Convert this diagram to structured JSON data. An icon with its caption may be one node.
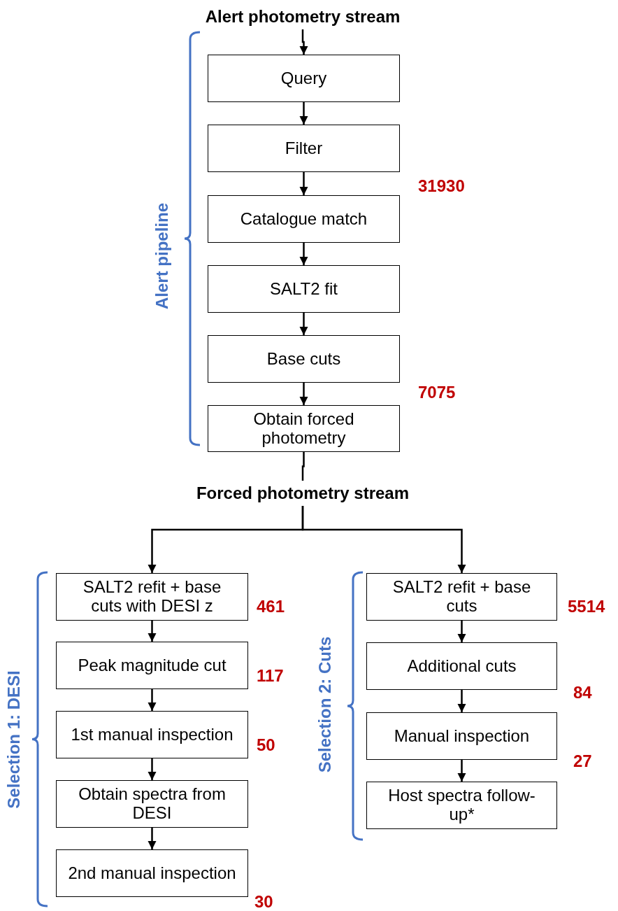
{
  "diagram": {
    "nodes": [
      {
        "text": [
          "Alert photometry stream"
        ]
      },
      {
        "text": [
          "Query"
        ]
      },
      {
        "text": [
          "Filter"
        ],
        "beside": [
          "31930"
        ]
      },
      {
        "text": [
          "Catalogue match"
        ]
      },
      {
        "text": [
          "SALT2 fit"
        ]
      },
      {
        "text": [
          "Base cuts"
        ],
        "beside": [
          "7075"
        ]
      },
      {
        "text": [
          "Obtain forced photometry"
        ]
      },
      {
        "text": [
          "Forced photometry stream"
        ]
      },
      {
        "text": [
          "SALT2 refit + base cuts with DESI z"
        ],
        "beside": [
          "461"
        ]
      },
      {
        "text": [
          "Peak magnitude cut"
        ],
        "beside": [
          "117"
        ]
      },
      {
        "text": [
          "1st manual inspection"
        ],
        "beside": [
          "50"
        ]
      },
      {
        "text": [
          "Obtain spectra from DESI"
        ]
      },
      {
        "text": [
          "2nd manual inspection"
        ],
        "beside": [
          "30"
        ]
      },
      {
        "text": [
          "SALT2 refit + base cuts"
        ],
        "beside": [
          "5514"
        ]
      },
      {
        "text": [
          "Additional cuts"
        ],
        "beside": [
          "84"
        ]
      },
      {
        "text": [
          "Manual inspection"
        ],
        "beside": [
          "27"
        ]
      },
      {
        "text": [
          "Host spectra follow-up*"
        ]
      }
    ],
    "edges": [
      {
        "from": 0,
        "to": 1,
        "arrow": "to"
      },
      {
        "from": 1,
        "to": 2,
        "arrow": "to"
      },
      {
        "from": 2,
        "to": 3,
        "arrow": "to"
      },
      {
        "from": 3,
        "to": 4,
        "arrow": "to"
      },
      {
        "from": 4,
        "to": 5,
        "arrow": "to"
      },
      {
        "from": 5,
        "to": 6,
        "arrow": "to"
      },
      {
        "from": 6,
        "to": 7,
        "arrow": "none"
      },
      {
        "from": 7,
        "to": 8,
        "arrow": "to"
      },
      {
        "from": 7,
        "to": 13,
        "arrow": "to"
      },
      {
        "from": 8,
        "to": 9,
        "arrow": "to"
      },
      {
        "from": 9,
        "to": 10,
        "arrow": "to"
      },
      {
        "from": 10,
        "to": 11,
        "arrow": "to"
      },
      {
        "from": 11,
        "to": 12,
        "arrow": "to"
      },
      {
        "from": 13,
        "to": 14,
        "arrow": "to"
      },
      {
        "from": 14,
        "to": 15,
        "arrow": "to"
      },
      {
        "from": 15,
        "to": 16,
        "arrow": "to"
      }
    ],
    "labels": [
      "Alert pipeline",
      "Selection 1: DESI",
      "Selection 2: Cuts"
    ]
  }
}
